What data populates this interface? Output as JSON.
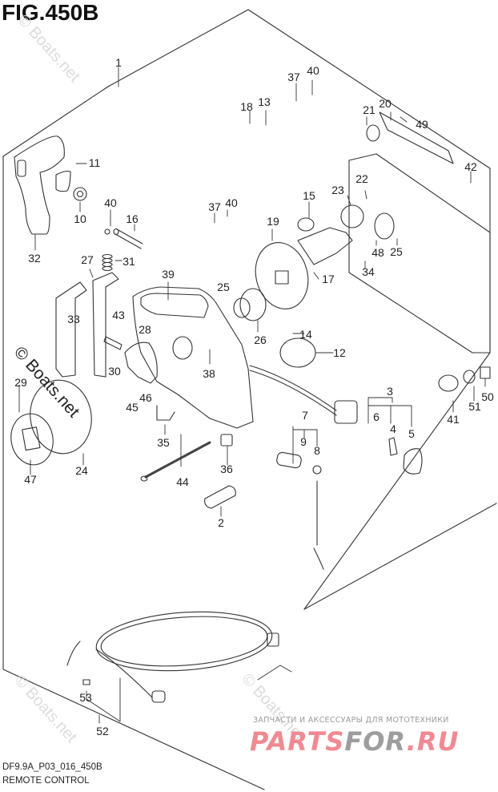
{
  "figure": {
    "title": "FIG.450B",
    "code": "DF9.9A_P03_016_450B",
    "caption": "REMOTE CONTROL"
  },
  "watermarks": {
    "boats_main": "© Boats.net",
    "boats_faint": "© Boats.net",
    "shop_tagline": "ЗАПЧАСТИ И АКСЕССУАРЫ ДЛЯ МОТОТЕХНИКИ",
    "shop_brand_red_1": "PARTS",
    "shop_brand_grey": "FOR",
    "shop_brand_red_2": ".RU",
    "shop_color_red": "#f08a92",
    "shop_color_grey": "#9d9d9d"
  },
  "callouts": [
    {
      "id": "1",
      "label": "1"
    },
    {
      "id": "2",
      "label": "2"
    },
    {
      "id": "3",
      "label": "3"
    },
    {
      "id": "4",
      "label": "4"
    },
    {
      "id": "5",
      "label": "5"
    },
    {
      "id": "6",
      "label": "6"
    },
    {
      "id": "7",
      "label": "7"
    },
    {
      "id": "8",
      "label": "8"
    },
    {
      "id": "9",
      "label": "9"
    },
    {
      "id": "10",
      "label": "10"
    },
    {
      "id": "11",
      "label": "11"
    },
    {
      "id": "12",
      "label": "12"
    },
    {
      "id": "13",
      "label": "13"
    },
    {
      "id": "14",
      "label": "14"
    },
    {
      "id": "15",
      "label": "15"
    },
    {
      "id": "16",
      "label": "16"
    },
    {
      "id": "17",
      "label": "17"
    },
    {
      "id": "18",
      "label": "18"
    },
    {
      "id": "19",
      "label": "19"
    },
    {
      "id": "20",
      "label": "20"
    },
    {
      "id": "21",
      "label": "21"
    },
    {
      "id": "22",
      "label": "22"
    },
    {
      "id": "23",
      "label": "23"
    },
    {
      "id": "24",
      "label": "24"
    },
    {
      "id": "25a",
      "label": "25"
    },
    {
      "id": "25b",
      "label": "25"
    },
    {
      "id": "26",
      "label": "26"
    },
    {
      "id": "27",
      "label": "27"
    },
    {
      "id": "28",
      "label": "28"
    },
    {
      "id": "29",
      "label": "29"
    },
    {
      "id": "30",
      "label": "30"
    },
    {
      "id": "31",
      "label": "31"
    },
    {
      "id": "32",
      "label": "32"
    },
    {
      "id": "33",
      "label": "33"
    },
    {
      "id": "34",
      "label": "34"
    },
    {
      "id": "35",
      "label": "35"
    },
    {
      "id": "36",
      "label": "36"
    },
    {
      "id": "37a",
      "label": "37"
    },
    {
      "id": "37b",
      "label": "37"
    },
    {
      "id": "38",
      "label": "38"
    },
    {
      "id": "39",
      "label": "39"
    },
    {
      "id": "40a",
      "label": "40"
    },
    {
      "id": "40b",
      "label": "40"
    },
    {
      "id": "40c",
      "label": "40"
    },
    {
      "id": "41",
      "label": "41"
    },
    {
      "id": "42",
      "label": "42"
    },
    {
      "id": "43",
      "label": "43"
    },
    {
      "id": "44",
      "label": "44"
    },
    {
      "id": "45",
      "label": "45"
    },
    {
      "id": "46",
      "label": "46"
    },
    {
      "id": "47",
      "label": "47"
    },
    {
      "id": "48",
      "label": "48"
    },
    {
      "id": "49",
      "label": "49"
    },
    {
      "id": "50",
      "label": "50"
    },
    {
      "id": "51",
      "label": "51"
    },
    {
      "id": "52",
      "label": "52"
    },
    {
      "id": "53",
      "label": "53"
    }
  ]
}
